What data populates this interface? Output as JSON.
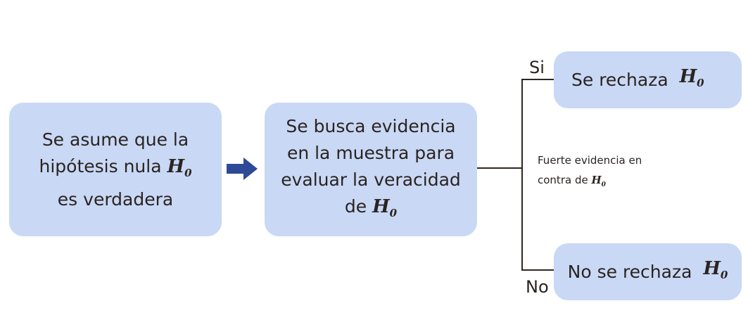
{
  "diagram": {
    "box_assume": {
      "text_before": "Se asume que la hipótesis nula",
      "symbol": "H",
      "subscript": "0",
      "text_after": "es verdadera"
    },
    "box_evidence": {
      "text": "Se busca evidencia en la muestra para evaluar la veracidad de",
      "symbol": "H",
      "subscript": "0"
    },
    "branch_condition": {
      "text": "Fuerte evidencia en contra de",
      "symbol": "H",
      "subscript": "0"
    },
    "branch_yes": {
      "label": "Si",
      "text": "Se rechaza",
      "symbol": "H",
      "subscript": "0"
    },
    "branch_no": {
      "label": "No",
      "text": "No se rechaza",
      "symbol": "H",
      "subscript": "0"
    },
    "colors": {
      "box": "#c9d8f5",
      "arrow": "#2e4a96",
      "line": "#2f2620"
    }
  }
}
